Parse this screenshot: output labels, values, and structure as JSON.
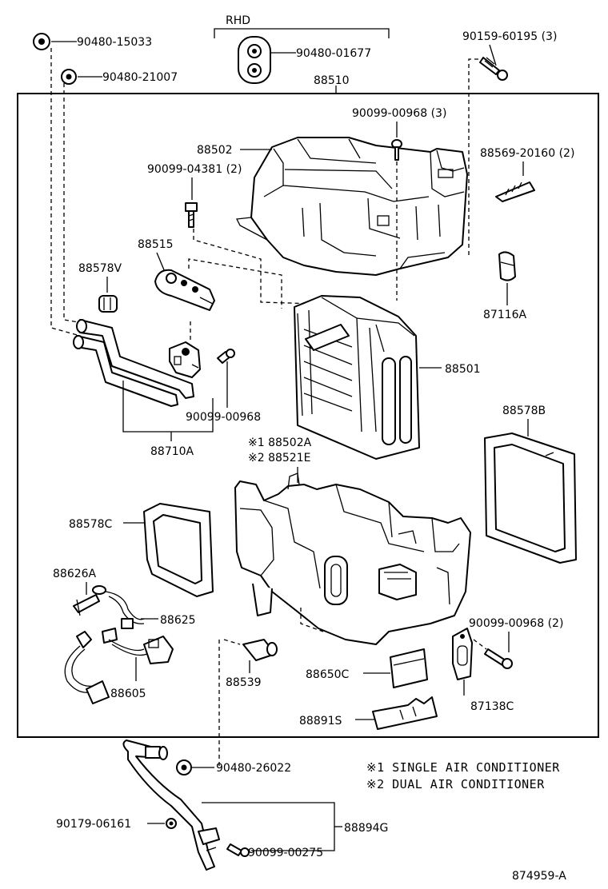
{
  "diagram": {
    "variant_label": "RHD",
    "parts": {
      "p90480_15033": "90480-15033",
      "p90480_21007": "90480-21007",
      "p90480_01677": "90480-01677",
      "p90159_60195": "90159-60195 (3)",
      "p88510": "88510",
      "p90099_00968_3": "90099-00968 (3)",
      "p88502": "88502",
      "p90099_04381": "90099-04381 (2)",
      "p88569_20160": "88569-20160 (2)",
      "p88515": "88515",
      "p88578V": "88578V",
      "p87116A": "87116A",
      "p88501": "88501",
      "p90099_00968": "90099-00968",
      "p88710A": "88710A",
      "p88578B": "88578B",
      "p88502A": "※1 88502A",
      "p88521E": "※2 88521E",
      "p88578C": "88578C",
      "p88626A": "88626A",
      "p88625": "88625",
      "p90099_00968_2": "90099-00968 (2)",
      "p88605": "88605",
      "p88539": "88539",
      "p88650C": "88650C",
      "p87138C": "87138C",
      "p88891S": "88891S",
      "p90480_26022": "90480-26022",
      "p90179_06161": "90179-06161",
      "p88894G": "88894G",
      "p90099_00275": "90099-00275"
    },
    "notes": [
      "※1 SINGLE AIR CONDITIONER",
      "※2 DUAL AIR CONDITIONER"
    ],
    "drawing_number": "874959-A"
  }
}
